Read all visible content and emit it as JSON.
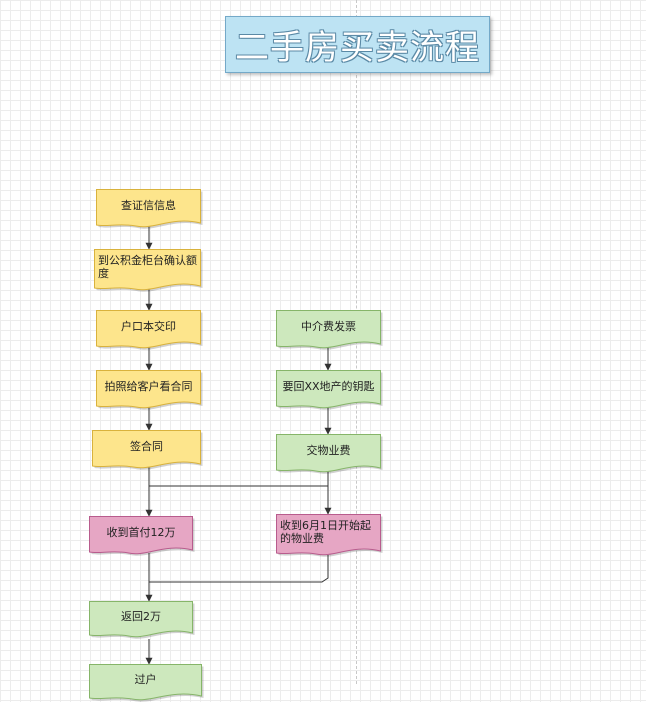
{
  "title": "二手房买卖流程",
  "colors": {
    "yellow": {
      "fill": "#fde58c",
      "stroke": "#d9b23c"
    },
    "green": {
      "fill": "#cde8bd",
      "stroke": "#86b569"
    },
    "pink": {
      "fill": "#e6a6c4",
      "stroke": "#b85c8d"
    },
    "line": "#333333"
  },
  "nodes": {
    "check_credit": {
      "label": "查证信信息",
      "color": "yellow"
    },
    "fund_quota": {
      "label": "到公积金柜台确认额度",
      "color": "yellow"
    },
    "hukou": {
      "label": "户口本交印",
      "color": "yellow"
    },
    "photo_contract": {
      "label": "拍照给客户看合同",
      "color": "yellow"
    },
    "sign_contract": {
      "label": "签合同",
      "color": "yellow"
    },
    "agency_invoice": {
      "label": "中介费发票",
      "color": "green"
    },
    "get_keys": {
      "label": "要回XX地产的钥匙",
      "color": "green"
    },
    "pay_property_fee": {
      "label": "交物业费",
      "color": "green"
    },
    "down_payment": {
      "label": "收到首付12万",
      "color": "pink"
    },
    "property_fee_from": {
      "label": "收到6月1日开始起的物业费",
      "color": "pink"
    },
    "refund": {
      "label": "返回2万",
      "color": "green"
    },
    "transfer": {
      "label": "过户",
      "color": "green"
    }
  }
}
